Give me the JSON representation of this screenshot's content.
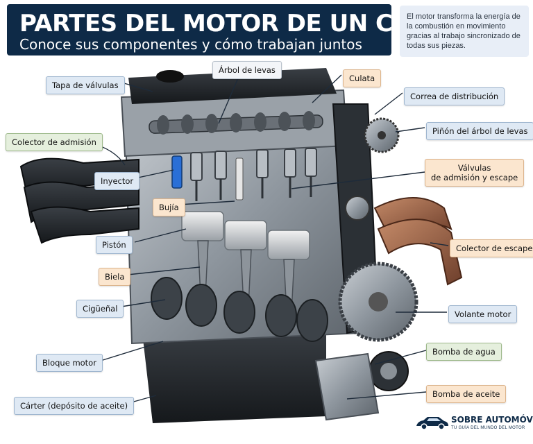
{
  "header": {
    "title": "PARTES DEL MOTOR DE UN COCHE",
    "subtitle": "Conoce sus componentes y cómo trabajan juntos"
  },
  "intro": "El motor transforma la energía de la combustión en movimiento gracias al trabajo sincronizado de todas sus piezas.",
  "labels": {
    "tapa_valvulas": "Tapa de válvulas",
    "arbol_levas": "Árbol de levas",
    "culata": "Culata",
    "correa_distribucion": "Correa de distribución",
    "pinon_arbol_levas": "Piñón del árbol de levas",
    "colector_admision": "Colector de admisión",
    "inyector": "Inyector",
    "valvulas_line1": "Válvulas",
    "valvulas_line2": "de admisión y escape",
    "bujia": "Bujía",
    "piston": "Pistón",
    "colector_escape": "Colector de escape",
    "biela": "Biela",
    "ciguenal": "Cigüeñal",
    "volante_motor": "Volante motor",
    "bomba_agua": "Bomba de agua",
    "bloque_motor": "Bloque motor",
    "bomba_aceite": "Bomba de aceite",
    "carter": "Cárter (depósito de aceite)"
  },
  "logo": {
    "name": "SOBRE AUTOMÓVIL",
    "tagline": "TU GUÍA DEL MUNDO DEL MOTOR"
  },
  "colors": {
    "title_bg": "#0e2a47",
    "label_green": "#e5efdd",
    "label_peach": "#fbe6cf",
    "label_blue": "#dfe9f4",
    "label_grey": "#f3f5f8"
  }
}
